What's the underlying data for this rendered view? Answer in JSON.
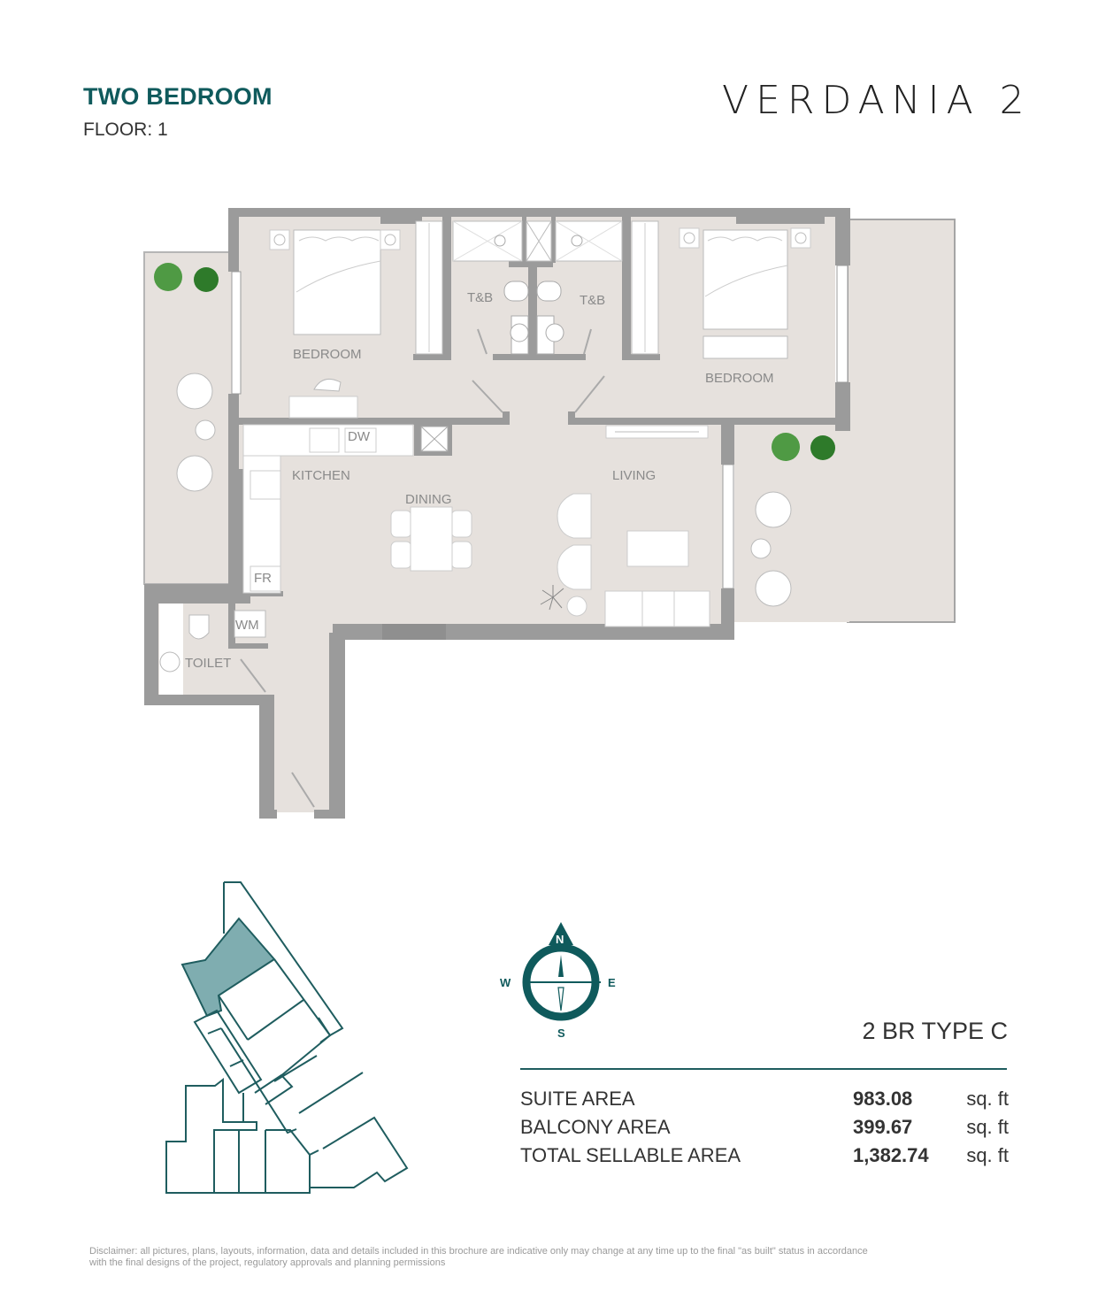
{
  "header": {
    "unit_title": "TWO BEDROOM",
    "floor": "FLOOR: 1",
    "brand": "VERDANIA 2"
  },
  "floor_plan": {
    "rooms": {
      "bedroom_left": "BEDROOM",
      "bedroom_right": "BEDROOM",
      "tb_left": "T&B",
      "tb_right": "T&B",
      "kitchen": "KITCHEN",
      "dining": "DINING",
      "living": "LIVING",
      "toilet": "TOILET"
    },
    "appliances": {
      "dishwasher": "DW",
      "fridge": "FR",
      "washing_machine": "WM"
    }
  },
  "compass": {
    "north": "N",
    "south": "S",
    "east": "E",
    "west": "W"
  },
  "unit_type": "2 BR TYPE C",
  "areas": [
    {
      "label": "SUITE AREA",
      "value": "983.08",
      "unit": "sq. ft"
    },
    {
      "label": "BALCONY AREA",
      "value": "399.67",
      "unit": "sq. ft"
    },
    {
      "label": "TOTAL SELLABLE AREA",
      "value": "1,382.74",
      "unit": "sq. ft"
    }
  ],
  "colors": {
    "brand_teal": "#0f5a5c",
    "floor_fill": "#e6e1dd",
    "wall": "#9b9b9b",
    "key_plan_highlight": "#7fadb0"
  },
  "disclaimer": {
    "line1": "Disclaimer: all pictures, plans, layouts, information, data and details included in this brochure are indicative only may change at any time up to the final \"as built\" status in accordance",
    "line2": "with the final designs of the project, regulatory approvals and planning permissions"
  }
}
